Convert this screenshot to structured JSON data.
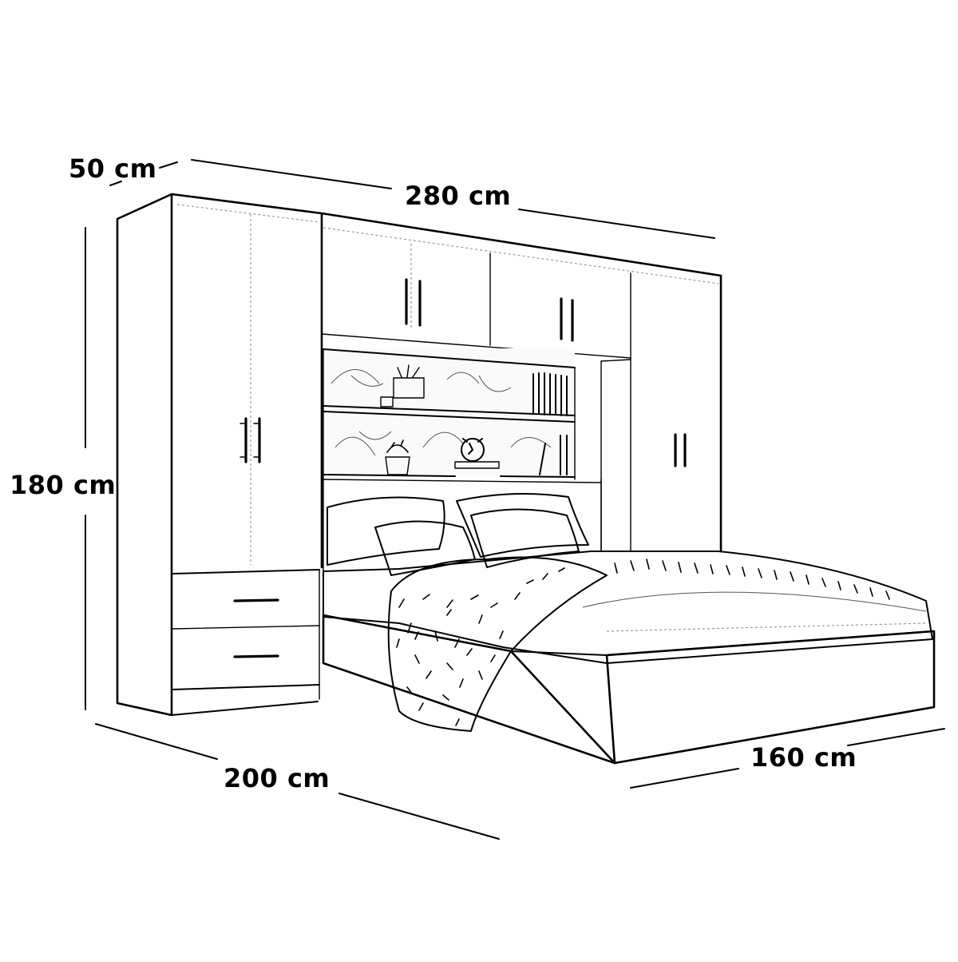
{
  "diagram": {
    "type": "product-dimension-drawing",
    "subject": "bridge wardrobe bedroom set with double bed",
    "line_color": "#000000",
    "background": "#ffffff"
  },
  "dimensions": {
    "depth": {
      "label": "50 cm",
      "value": 50,
      "unit": "cm"
    },
    "width": {
      "label": "280 cm",
      "value": 280,
      "unit": "cm"
    },
    "height": {
      "label": "180 cm",
      "value": 180,
      "unit": "cm"
    },
    "bed_length": {
      "label": "200 cm",
      "value": 200,
      "unit": "cm"
    },
    "bed_width": {
      "label": "160 cm",
      "value": 160,
      "unit": "cm"
    }
  },
  "components": {
    "left_wardrobe": {
      "doors": 2,
      "drawers": 2
    },
    "overhead_cabinets": {
      "doors": 2
    },
    "right_wardrobe": {
      "doors": 1
    },
    "open_shelves": {
      "count": 2,
      "items": [
        "potted plant",
        "books",
        "photo frame",
        "alarm clock",
        "succulent pot"
      ]
    },
    "bed": {
      "pillows": 4,
      "throw_blanket": true
    }
  }
}
